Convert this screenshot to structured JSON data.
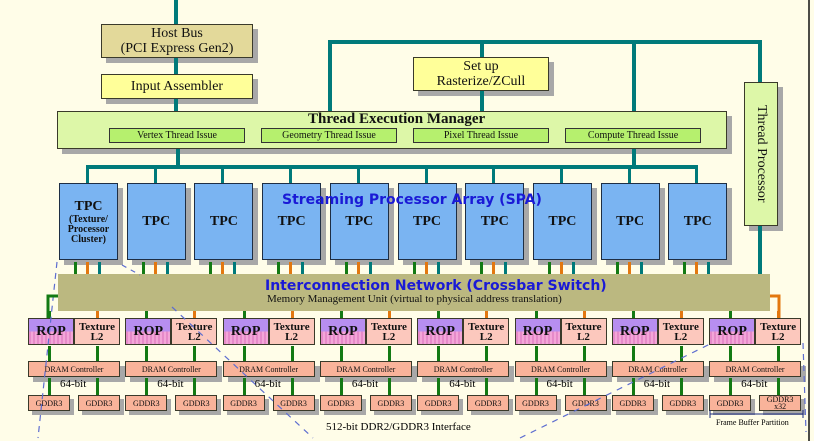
{
  "host_bus": {
    "line1": "Host Bus",
    "line2": "(PCI Express Gen2)"
  },
  "input_assembler": "Input Assembler",
  "setup": {
    "line1": "Set up",
    "line2": "Rasterize/ZCull"
  },
  "thread_execution_manager": {
    "title": "Thread  Execution Manager",
    "issues": [
      "Vertex Thread Issue",
      "Geometry Thread Issue",
      "Pixel Thread Issue",
      "Compute Thread  Issue"
    ]
  },
  "thread_processor": "Thread Processor",
  "spa": {
    "title": "Streaming Processor Array (SPA)",
    "tpc_first": {
      "label": "TPC",
      "sub1": "(Texture/",
      "sub2": "Processor",
      "sub3": "Cluster)"
    },
    "tpc_label": "TPC",
    "tpc_count": 10
  },
  "interconnect": {
    "title": "Interconnection Network (Crossbar Switch)",
    "subtitle": "Memory Management Unit  (virtual to physical address translation)"
  },
  "partitions": {
    "count": 8,
    "rop": "ROP",
    "texture_l2": {
      "line1": "Texture",
      "line2": "L2"
    },
    "dram_controller": "DRAM Controller",
    "bus_width": "64-bit",
    "gddr3": "GDDR3",
    "gddr3_last": {
      "line1": "GDDR3",
      "line2": "x32"
    }
  },
  "interface_label": "512-bit DDR2/GDDR3 Interface",
  "frame_buffer_partition": "Frame Buffer Partition",
  "colors": {
    "teal_bus": "#007a7a",
    "green_arrow": "#137a13",
    "orange_arrow": "#e3780f",
    "tpc_blue": "#7ab4f2",
    "spa_title_blue": "#1a1ad6",
    "crossbar": "#bbb880"
  }
}
